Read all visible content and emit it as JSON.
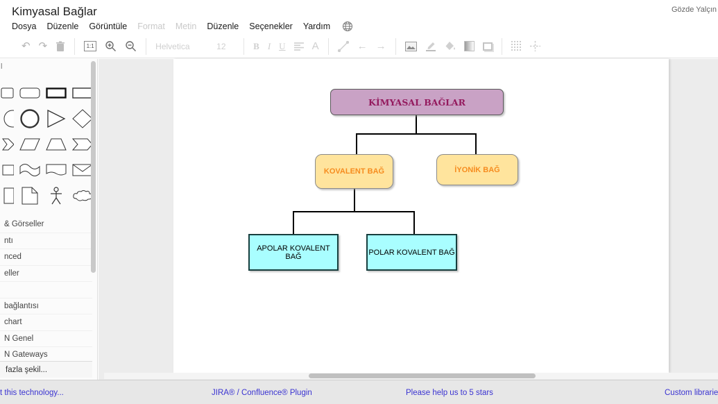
{
  "header": {
    "title": "Kimyasal Bağlar",
    "user": "Gözde Yalçın",
    "menus": [
      {
        "label": "Dosya",
        "enabled": true
      },
      {
        "label": "Düzenle",
        "enabled": true
      },
      {
        "label": "Görüntüle",
        "enabled": true
      },
      {
        "label": "Format",
        "enabled": false
      },
      {
        "label": "Metin",
        "enabled": false
      },
      {
        "label": "Düzenle",
        "enabled": true
      },
      {
        "label": "Seçenekler",
        "enabled": true
      },
      {
        "label": "Yardım",
        "enabled": true
      }
    ]
  },
  "toolbar": {
    "fit_label": "1:1",
    "font_name": "Helvetica",
    "font_size": "12",
    "bold_label": "B",
    "italic_label": "I",
    "underline_label": "U",
    "font_color_label": "A",
    "icons": [
      "undo-icon",
      "redo-icon",
      "trash-icon",
      "fit-page-icon",
      "zoom-in-icon",
      "zoom-out-icon",
      "align-icon",
      "line-icon",
      "arrow-left-icon",
      "arrow-right-icon",
      "image-icon",
      "line-color-icon",
      "fill-color-icon",
      "gradient-icon",
      "shadow-icon",
      "grid-icon",
      "guides-icon"
    ]
  },
  "sidebar": {
    "partial_header": "l",
    "shapes": [
      "rounded-rectangle",
      "bold-rectangle",
      "rectangle",
      "circle",
      "triangle",
      "diamond",
      "parallelogram",
      "trapezoid",
      "chevron",
      "tape",
      "document",
      "envelope",
      "note",
      "actor",
      "cloud"
    ],
    "sections": [
      "& Görseller",
      "ntı",
      "nced",
      "eller",
      "",
      "bağlantısı",
      "chart",
      "N Genel",
      "N Gateways"
    ],
    "more_shapes_label": "fazla şekil...",
    "grip": "ıı"
  },
  "diagram": {
    "nodes": [
      {
        "label": "KİMYASAL BAĞLAR",
        "fill": "#C9A2C5",
        "text_color": "#941A5E",
        "border": "#595959"
      },
      {
        "label": "KOVALENT BAĞ",
        "fill": "#FFE49D",
        "text_color": "#F68C1F",
        "border": "#8a8a8a"
      },
      {
        "label": "İYONİK BAĞ",
        "fill": "#FFE49D",
        "text_color": "#F68C1F",
        "border": "#8a8a8a"
      },
      {
        "label": "APOLAR KOVALENT BAĞ",
        "fill": "#A9FEFF",
        "text_color": "#000000",
        "border": "#173E3E"
      },
      {
        "label": "POLAR KOVALENT BAĞ",
        "fill": "#A9FEFF",
        "text_color": "#000000",
        "border": "#173E3E"
      }
    ],
    "edge_color": "#000000"
  },
  "statusbar": {
    "link_color": "#3a33d1",
    "links": [
      "t this technology...",
      "JIRA® / Confluence® Plugin",
      "Please help us to 5 stars",
      "Custom libraries"
    ]
  }
}
